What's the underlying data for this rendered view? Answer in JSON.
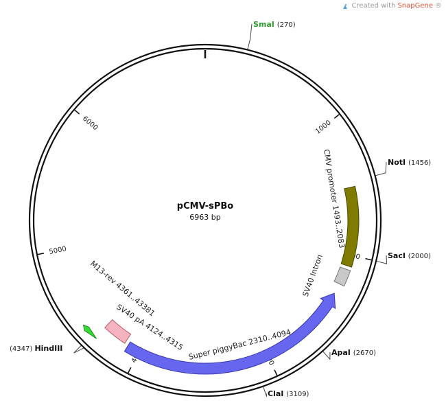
{
  "credit": {
    "prefix": "Created with ",
    "brand": "SnapGene",
    "mark": "®",
    "icon": "snapgene-logo-icon"
  },
  "plasmid": {
    "name": "pCMV-sPBo",
    "size_label": "6963 bp",
    "length": 6963
  },
  "ticks": [
    {
      "pos": 1000,
      "label": "1000"
    },
    {
      "pos": 2000,
      "label": "2000"
    },
    {
      "pos": 3000,
      "label": "3000"
    },
    {
      "pos": 4000,
      "label": "4000"
    },
    {
      "pos": 5000,
      "label": "5000"
    },
    {
      "pos": 6000,
      "label": "6000"
    }
  ],
  "sites": [
    {
      "name": "SmaI",
      "pos": 270,
      "pos_label": "(270)",
      "color": "#2e9a2e"
    },
    {
      "name": "NotI",
      "pos": 1456,
      "pos_label": "(1456)",
      "color": "#111111"
    },
    {
      "name": "SacI",
      "pos": 2000,
      "pos_label": "(2000)",
      "color": "#111111"
    },
    {
      "name": "ApaI",
      "pos": 2670,
      "pos_label": "(2670)",
      "color": "#111111"
    },
    {
      "name": "ClaI",
      "pos": 3109,
      "pos_label": "(3109)",
      "color": "#111111"
    },
    {
      "name": "HindIII",
      "pos": 4347,
      "pos_label": "(4347)",
      "color": "#111111"
    }
  ],
  "features": [
    {
      "id": "cmv",
      "label": "CMV promoter 1493..2083",
      "start": 1493,
      "end": 2083,
      "color": "#7f7a00",
      "stroke": "#4c4800",
      "kind": "box"
    },
    {
      "id": "intron",
      "label": "SV40 Intron",
      "start": 2110,
      "end": 2230,
      "color": "#c8c8c8",
      "stroke": "#777777",
      "kind": "box"
    },
    {
      "id": "piggybac",
      "label": "Super piggyBac 2310..4094",
      "start": 2310,
      "end": 4094,
      "color": "#6666ee",
      "stroke": "#3a3ab0",
      "kind": "arrow-ccw"
    },
    {
      "id": "sv40pa",
      "label": "SV40 pA 4124..4315",
      "start": 4124,
      "end": 4315,
      "color": "#f5b3bf",
      "stroke": "#b85a6a",
      "kind": "box"
    },
    {
      "id": "m13rev",
      "label": "M13-rev 4361..43381",
      "start": 4361,
      "end": 4381,
      "color": "#33dd33",
      "stroke": "#1a8a1a",
      "kind": "arrow-cw"
    }
  ]
}
